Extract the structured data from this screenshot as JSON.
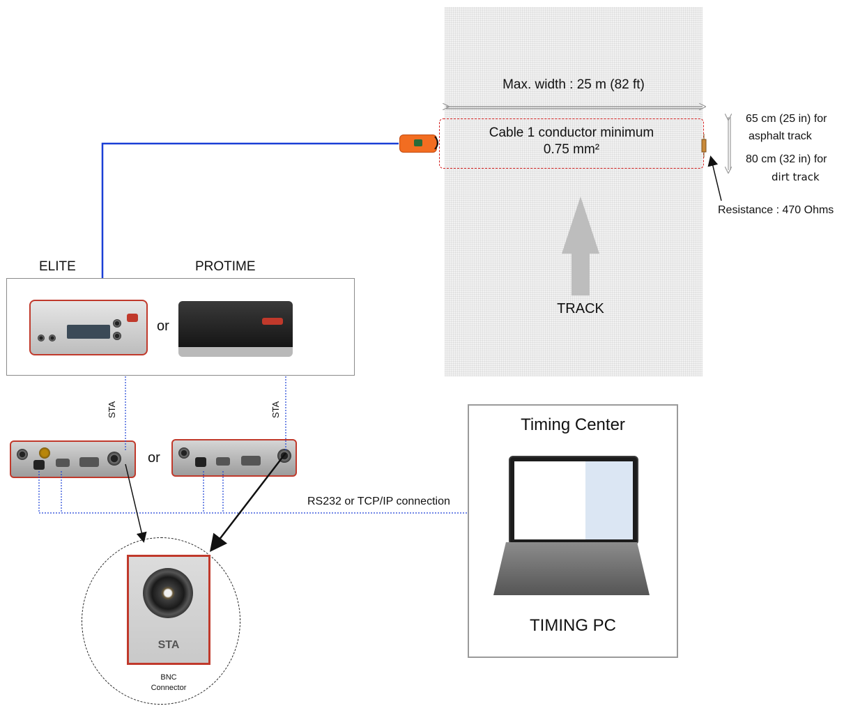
{
  "track": {
    "max_width": "Max. width : 25 m (82 ft)",
    "cable_line1": "Cable 1 conductor minimum",
    "cable_line2": "0.75 mm²",
    "label": "TRACK"
  },
  "loop_spec": {
    "asphalt_line1": "65 cm (25 in) for",
    "asphalt_line2": "asphalt track",
    "dirt_line1": "80 cm (32 in) for",
    "dirt_line2": "dirt track",
    "resistance": "Resistance : 470 Ohms"
  },
  "devices": {
    "elite": "ELITE",
    "protime": "PROTIME",
    "or_top": "or",
    "or_bottom": "or",
    "sta_left": "STA",
    "sta_right": "STA"
  },
  "connection": "RS232 or TCP/IP connection",
  "timing_center": {
    "title": "Timing Center",
    "pc": "TIMING PC"
  },
  "bnc": {
    "photo_label": "STA",
    "caption_line1": "BNC",
    "caption_line2": "Connector"
  },
  "colors": {
    "cable_blue": "#1a3fd6",
    "loop_red": "#d21d1d",
    "sensor_orange": "#f26d21"
  }
}
